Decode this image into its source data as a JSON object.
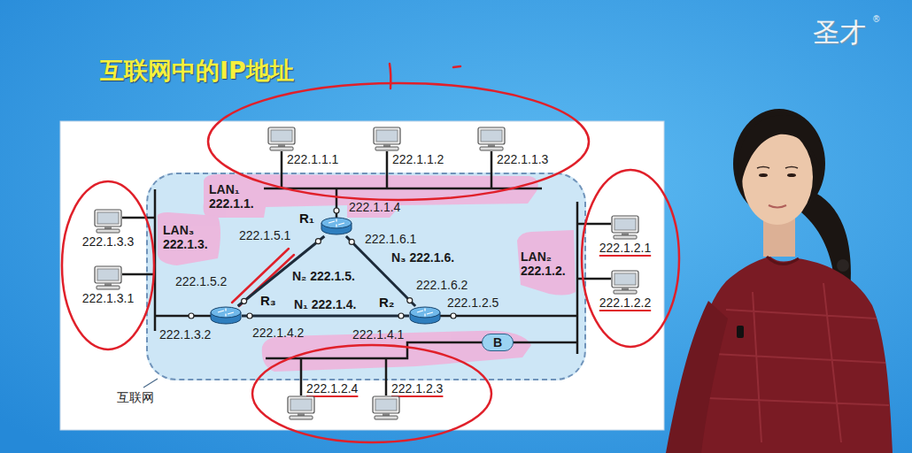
{
  "diagram": {
    "title": "互联网中的IP地址",
    "nodes": [
      {
        "text": [
          "互联网"
        ]
      },
      {
        "text": [
          "222.1.1.1"
        ]
      },
      {
        "text": [
          "222.1.1.2"
        ]
      },
      {
        "text": [
          "222.1.1.3"
        ]
      },
      {
        "text": [
          "R₁"
        ],
        "in": 0
      },
      {
        "text": [
          "222.1.3.3"
        ]
      },
      {
        "text": [
          "222.1.3.1"
        ]
      },
      {
        "text": [
          "R₃"
        ],
        "in": 0
      },
      {
        "text": [
          "R₂"
        ],
        "in": 0
      },
      {
        "text": [
          "222.1.2.1"
        ]
      },
      {
        "text": [
          "222.1.2.2"
        ]
      },
      {
        "text": [
          "B"
        ],
        "in": 0
      },
      {
        "text": [
          "222.1.2.4"
        ]
      },
      {
        "text": [
          "222.1.2.3"
        ]
      }
    ],
    "edges": [
      {
        "from": 4,
        "to": 7,
        "arrow": "none",
        "label": "N₂ 222.1.5."
      },
      {
        "from": 7,
        "to": 8,
        "arrow": "none",
        "label": "N₁ 222.1.4."
      },
      {
        "from": 4,
        "to": 8,
        "arrow": "none",
        "label": "N₃ 222.1.6."
      }
    ],
    "labels": [
      "圣才",
      "®",
      "LAN₁ 222.1.1.",
      "222.1.1.4",
      "222.1.5.1",
      "222.1.6.1",
      "LAN₃ 222.1.3.",
      "222.1.5.2",
      "222.1.3.2",
      "222.1.4.2",
      "222.1.6.2",
      "222.1.4.1",
      "222.1.2.5",
      "LAN₂ 222.1.2."
    ]
  }
}
